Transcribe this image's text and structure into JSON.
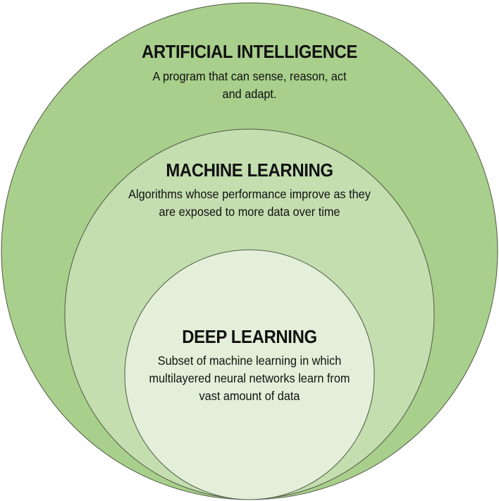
{
  "colors": {
    "outer_fill": "#a9cf8c",
    "middle_fill": "#c4deb0",
    "inner_fill": "#e3efd8",
    "stroke": "#4f5a45",
    "text": "#111111"
  },
  "artificial_intelligence": {
    "title": "ARTIFICIAL INTELLIGENCE",
    "description_lines": [
      "A program that can sense, reason, act",
      "and adapt."
    ]
  },
  "machine_learning": {
    "title": "MACHINE LEARNING",
    "description_lines": [
      "Algorithms whose performance improve as they",
      "are exposed to more data over time"
    ]
  },
  "deep_learning": {
    "title": "DEEP LEARNING",
    "description_lines": [
      "Subset of machine learning in which",
      "multilayered neural networks learn from",
      "vast amount of data"
    ]
  }
}
